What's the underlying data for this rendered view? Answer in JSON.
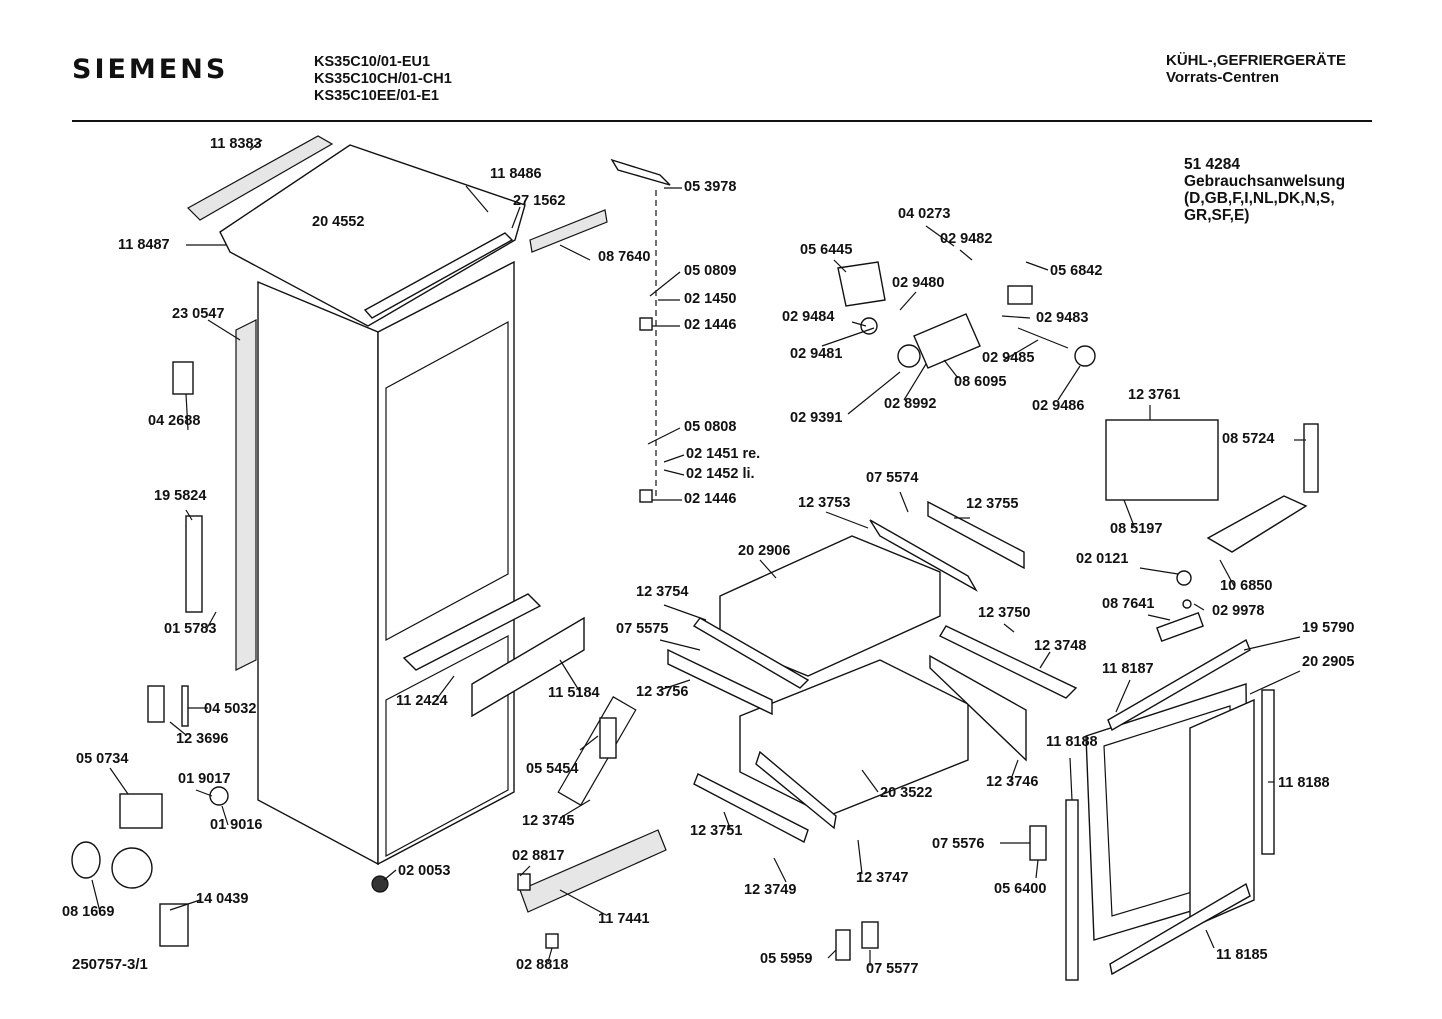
{
  "header": {
    "brand": "SIEMENS",
    "models": [
      "KS35C10/01-EU1",
      "KS35C10CH/01-CH1",
      "KS35C10EE/01-E1"
    ],
    "category": [
      "KÜHL-,GEFRIERGERÄTE",
      "Vorrats-Centren"
    ]
  },
  "manual": {
    "lines": [
      "51 4284",
      "Gebrauchsanwelsung",
      "(D,GB,F,I,NL,DK,N,S,",
      "GR,SF,E)"
    ]
  },
  "footer": {
    "doc_number": "250757-3/1"
  },
  "parts": [
    "11 8383",
    "20 4552",
    "11 8486",
    "27 1562",
    "11 8487",
    "08 7640",
    "05 3978",
    "05 0809",
    "02 1450",
    "02 1446",
    "23 0547",
    "04 2688",
    "19 5824",
    "01 5783",
    "11 2424",
    "11 5184",
    "04 5032",
    "12 3696",
    "05 0734",
    "01 9017",
    "01 9016",
    "08 1669",
    "14 0439",
    "02 0053",
    "05 0808",
    "02 1451 re.",
    "02 1452 li.",
    "02 1446",
    "04 0273",
    "02 9482",
    "05 6445",
    "05 6842",
    "02 9480",
    "02 9484",
    "02 9483",
    "02 9481",
    "02 9485",
    "08 6095",
    "02 9391",
    "02 8992",
    "02 9486",
    "12 3761",
    "08 5724",
    "08 5197",
    "07 5574",
    "12 3753",
    "12 3755",
    "20 2906",
    "02 0121",
    "10 6850",
    "08 7641",
    "02 9978",
    "12 3754",
    "07 5575",
    "12 3756",
    "12 3750",
    "12 3748",
    "19 5790",
    "20 2905",
    "11 8187",
    "05 5454",
    "12 3745",
    "11 8188",
    "11 8188",
    "12 3746",
    "20 3522",
    "12 3751",
    "07 5576",
    "05 6400",
    "12 3749",
    "12 3747",
    "02 8817",
    "11 7441",
    "02 8818",
    "05 5959",
    "07 5577",
    "11 8185"
  ]
}
